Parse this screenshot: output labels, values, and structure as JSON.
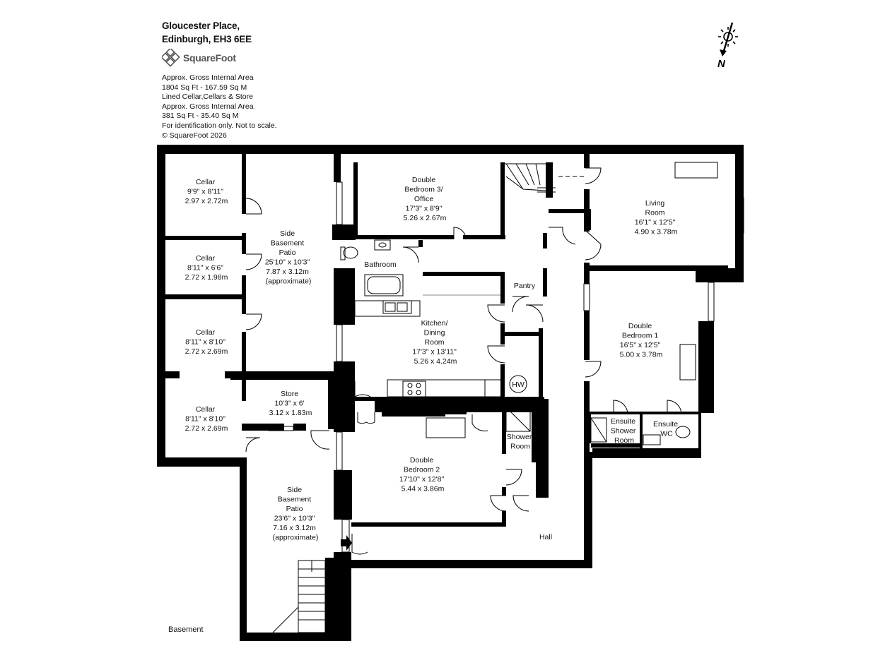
{
  "header": {
    "address_line1": "Gloucester Place,",
    "address_line2": "Edinburgh, EH3 6EE",
    "brand": "SquareFoot"
  },
  "notes": [
    "Approx. Gross Internal Area",
    "1804 Sq Ft  -  167.59 Sq M",
    "Lined Cellar,Cellars & Store",
    "Approx. Gross Internal Area",
    "381 Sq Ft  - 35.40 Sq M",
    "For identification only. Not to scale.",
    "© SquareFoot 2026"
  ],
  "compass_label": "N",
  "level_label": "Basement",
  "rooms": {
    "cellar1": [
      "Cellar",
      "9'9\" x 8'11\"",
      "2.97 x 2.72m"
    ],
    "cellar2": [
      "Cellar",
      "8'11\" x 6'6\"",
      "2.72 x 1.98m"
    ],
    "cellar3": [
      "Cellar",
      "8'11\" x 8'10\"",
      "2.72 x 2.69m"
    ],
    "cellar4": [
      "Cellar",
      "8'11\" x 8'10\"",
      "2.72 x 2.69m"
    ],
    "patio_top": [
      "Side",
      "Basement",
      "Patio",
      "25'10\" x 10'3\"",
      "7.87 x 3.12m",
      "(approximate)"
    ],
    "store": [
      "Store",
      "10'3\" x 6'",
      "3.12 x 1.83m"
    ],
    "patio_bottom": [
      "Side",
      "Basement",
      "Patio",
      "23'6\" x 10'3\"",
      "7.16 x 3.12m",
      "(approximate)"
    ],
    "bed3": [
      "Double",
      "Bedroom 3/",
      "Office",
      "17'3\" x 8'9\"",
      "5.26 x 2.67m"
    ],
    "bathroom": [
      "Bathroom"
    ],
    "kitchen": [
      "Kitchen/",
      "Dining",
      "Room",
      "17'3\" x 13'11\"",
      "5.26 x 4.24m"
    ],
    "pantry": [
      "Pantry"
    ],
    "hw": [
      "HW"
    ],
    "bed2": [
      "Double",
      "Bedroom 2",
      "17'10\" x 12'8\"",
      "5.44 x 3.86m"
    ],
    "shower": [
      "Shower",
      "Room"
    ],
    "living": [
      "Living",
      "Room",
      "16'1\" x 12'5\"",
      "4.90 x 3.78m"
    ],
    "bed1": [
      "Double",
      "Bedroom 1",
      "16'5\" x 12'5\"",
      "5.00 x 3.78m"
    ],
    "ensuite_shower": [
      "Ensuite",
      "Shower",
      "Room"
    ],
    "ensuite_wc": [
      "Ensuite",
      "WC"
    ],
    "hall": [
      "Hall"
    ]
  }
}
